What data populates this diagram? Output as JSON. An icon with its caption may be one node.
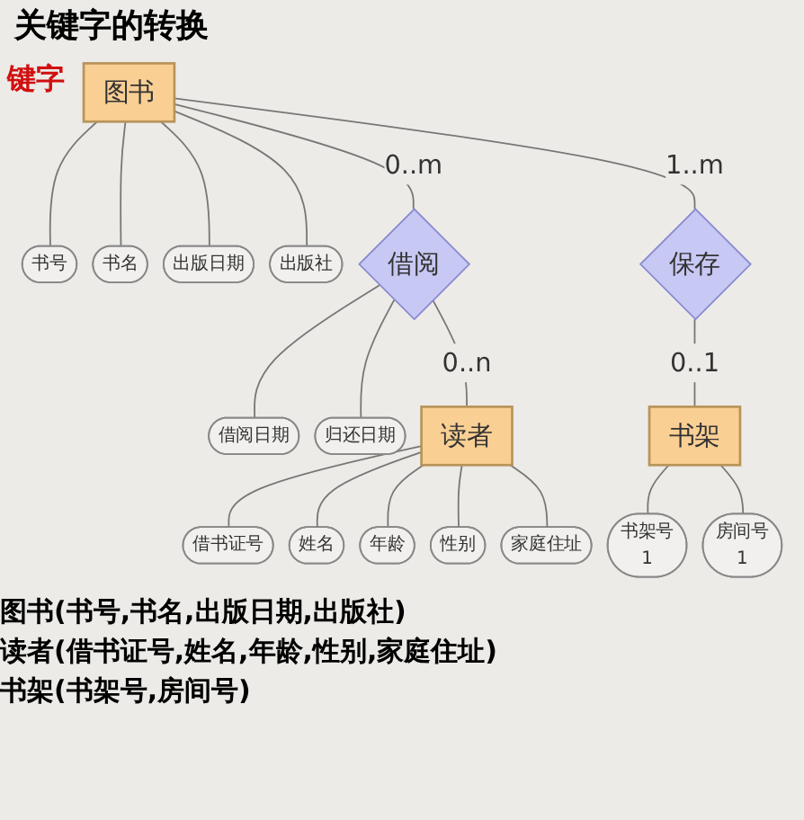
{
  "diagram": {
    "title": "关键字的转换",
    "nodes": [
      {
        "text": [
          "图书"
        ]
      },
      {
        "text": [
          "书号"
        ]
      },
      {
        "text": [
          "书名"
        ]
      },
      {
        "text": [
          "出版日期"
        ]
      },
      {
        "text": [
          "出版社"
        ]
      },
      {
        "text": [
          "借阅"
        ]
      },
      {
        "text": [
          "借阅日期"
        ]
      },
      {
        "text": [
          "归还日期"
        ]
      },
      {
        "text": [
          "读者"
        ]
      },
      {
        "text": [
          "借书证号"
        ]
      },
      {
        "text": [
          "姓名"
        ]
      },
      {
        "text": [
          "年龄"
        ]
      },
      {
        "text": [
          "性别"
        ]
      },
      {
        "text": [
          "家庭住址"
        ]
      },
      {
        "text": [
          "保存"
        ]
      },
      {
        "text": [
          "书架"
        ]
      },
      {
        "text": [
          "书架号",
          "1"
        ]
      },
      {
        "text": [
          "房间号",
          "1"
        ]
      }
    ],
    "edges": [
      {
        "from": 0,
        "to": 1,
        "arrow": "none"
      },
      {
        "from": 0,
        "to": 2,
        "arrow": "none"
      },
      {
        "from": 0,
        "to": 3,
        "arrow": "none"
      },
      {
        "from": 0,
        "to": 4,
        "arrow": "none"
      },
      {
        "from": 0,
        "to": 5,
        "arrow": "none",
        "label": "0..m"
      },
      {
        "from": 5,
        "to": 6,
        "arrow": "none"
      },
      {
        "from": 5,
        "to": 7,
        "arrow": "none"
      },
      {
        "from": 5,
        "to": 8,
        "arrow": "none",
        "label": "0..n"
      },
      {
        "from": 8,
        "to": 9,
        "arrow": "none"
      },
      {
        "from": 8,
        "to": 10,
        "arrow": "none"
      },
      {
        "from": 8,
        "to": 11,
        "arrow": "none"
      },
      {
        "from": 8,
        "to": 12,
        "arrow": "none"
      },
      {
        "from": 8,
        "to": 13,
        "arrow": "none"
      },
      {
        "from": 0,
        "to": 14,
        "arrow": "none",
        "label": "1..m"
      },
      {
        "from": 14,
        "to": 15,
        "arrow": "none",
        "label": "0..1"
      },
      {
        "from": 15,
        "to": 16,
        "arrow": "none"
      },
      {
        "from": 15,
        "to": 17,
        "arrow": "none"
      }
    ],
    "labels": [
      "键字",
      "图书(书号,书名,出版日期,出版社)",
      "读者(借书证号,姓名,年龄,性别,家庭住址)",
      "书架(书架号,房间号)"
    ]
  }
}
